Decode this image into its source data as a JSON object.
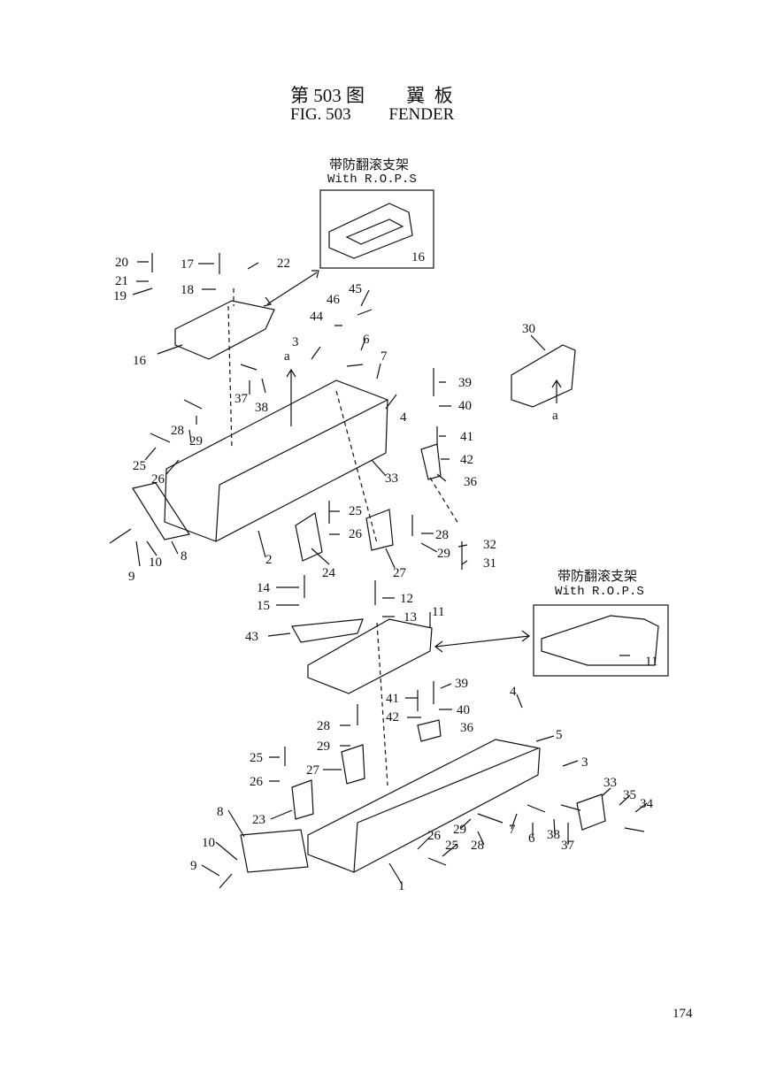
{
  "title": {
    "figure_zh": "第 503 图",
    "name_zh": "翼  板",
    "figure_en": "FIG. 503",
    "name_en": "FENDER"
  },
  "inset_labels": {
    "rops_zh": "带防翻滚支架",
    "rops_en": "With R.O.P.S"
  },
  "detail_arrow_label": "a",
  "part_callouts": [
    "1",
    "2",
    "3",
    "4",
    "5",
    "6",
    "7",
    "8",
    "9",
    "10",
    "11",
    "12",
    "13",
    "14",
    "15",
    "16",
    "17",
    "18",
    "19",
    "20",
    "21",
    "22",
    "23",
    "24",
    "25",
    "26",
    "27",
    "28",
    "29",
    "30",
    "31",
    "32",
    "33",
    "34",
    "35",
    "36",
    "37",
    "38",
    "39",
    "40",
    "41",
    "42",
    "43",
    "44",
    "45",
    "46"
  ],
  "page_number": "174"
}
